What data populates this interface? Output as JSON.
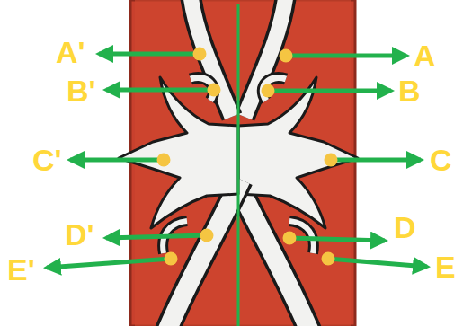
{
  "diagram": {
    "labels": [
      "A'",
      "A",
      "B'",
      "B",
      "C'",
      "C",
      "D'",
      "D",
      "E'",
      "E"
    ]
  }
}
